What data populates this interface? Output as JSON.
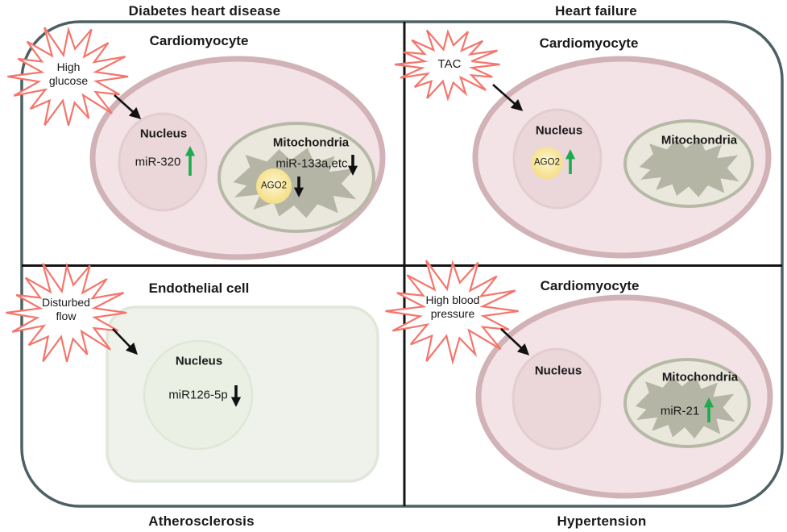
{
  "figure": {
    "type": "four-quadrant cell diagram",
    "colors": {
      "frame": "#4d6164",
      "divider": "#141414",
      "starburst_stroke": "#f4756b",
      "cardiomyocyte_fill": "#f4e3e6",
      "cardiomyocyte_border": "#d0b2b7",
      "nucleus_fill": "#ebd6da",
      "mitochondria_fill": "#eae8dd",
      "mitochondria_border": "#b7b9a7",
      "mitochondria_blob": "#b4b5a5",
      "endothelial_fill": "#eef2ea",
      "endothelial_border": "#e0e7da",
      "ago2_fill": "#f5dd80",
      "up_arrow": "#1cab4e",
      "down_arrow": "#111111"
    }
  },
  "quadrants": [
    {
      "disease": "Diabetes heart disease",
      "cell_type": "Cardiomyocyte",
      "stimulus_line1": "High",
      "stimulus_line2": "glucose",
      "nucleus_label": "Nucleus",
      "nucleus_marker": "miR-320",
      "nucleus_trend": "up",
      "mito_label": "Mitochondria",
      "mito_marker": "miR-133a,etc.",
      "mito_trend": "down",
      "ago2_label": "AGO2",
      "ago2_trend": "down"
    },
    {
      "disease": "Heart failure",
      "cell_type": "Cardiomyocyte",
      "stimulus_line1": "TAC",
      "stimulus_line2": "",
      "nucleus_label": "Nucleus",
      "ago2_label": "AGO2",
      "ago2_trend": "up",
      "mito_label": "Mitochondria"
    },
    {
      "disease": "Atherosclerosis",
      "cell_type": "Endothelial cell",
      "stimulus_line1": "Disturbed",
      "stimulus_line2": "flow",
      "nucleus_label": "Nucleus",
      "nucleus_marker": "miR126-5p",
      "nucleus_trend": "down"
    },
    {
      "disease": "Hypertension",
      "cell_type": "Cardiomyocyte",
      "stimulus_line1": "High blood",
      "stimulus_line2": "pressure",
      "nucleus_label": "Nucleus",
      "mito_label": "Mitochondria",
      "mito_marker": "miR-21",
      "mito_trend": "up"
    }
  ]
}
